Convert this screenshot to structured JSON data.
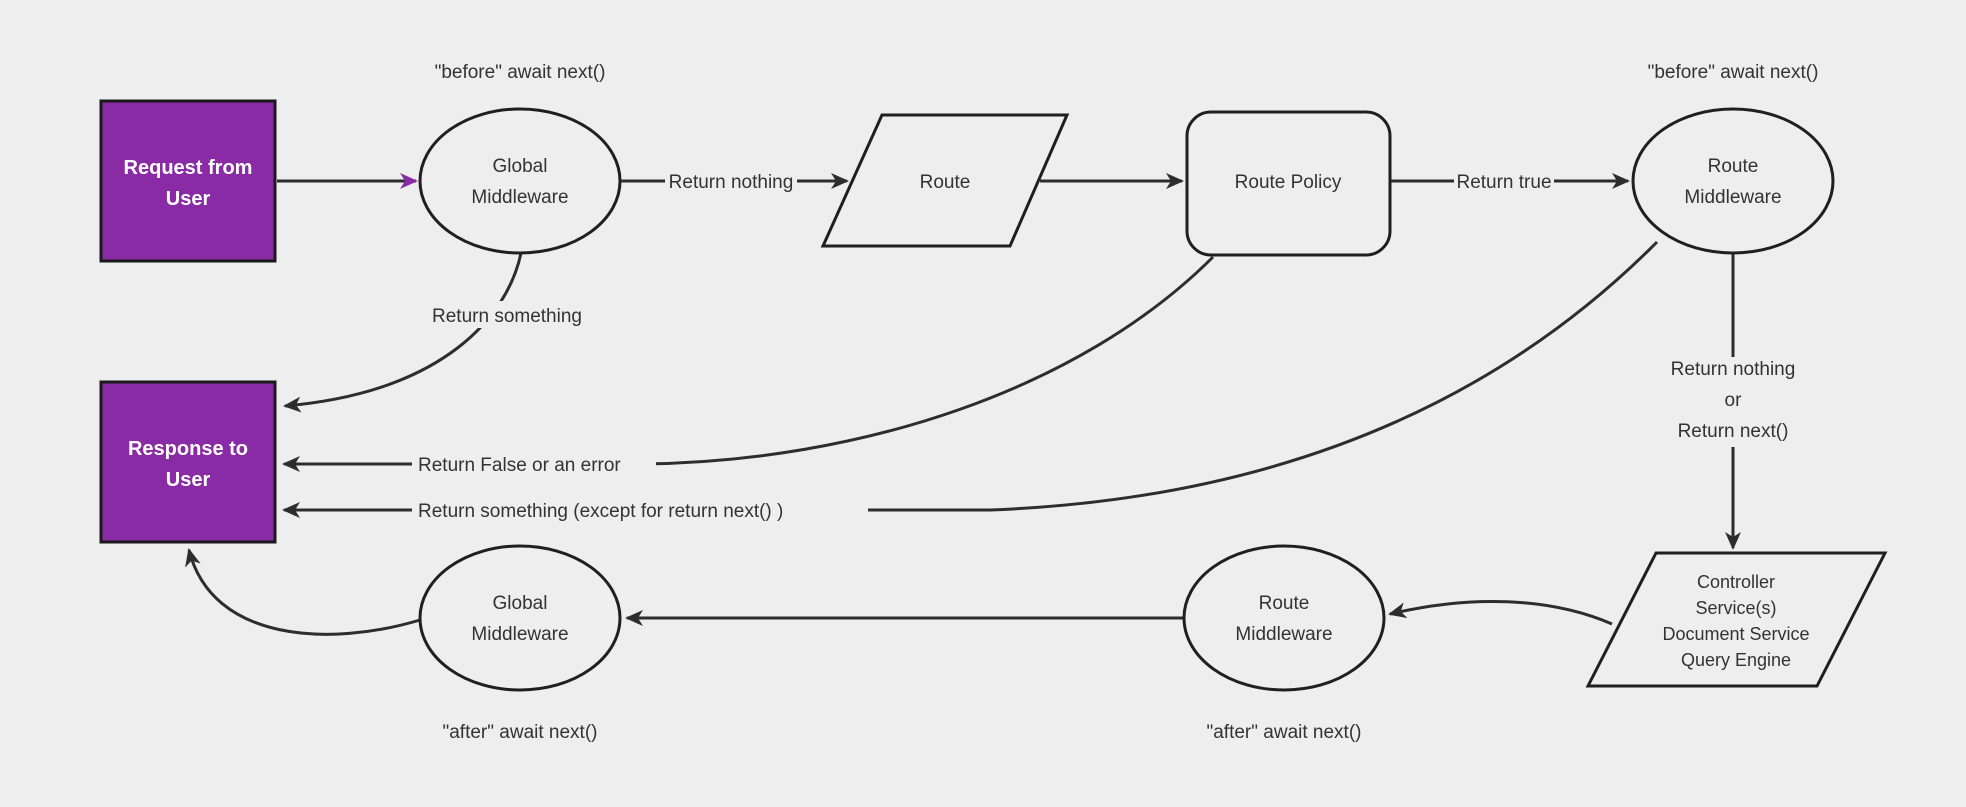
{
  "diagram": {
    "kind": "flowchart",
    "nodes": {
      "request_from_user": {
        "line1": "Request from",
        "line2": "User"
      },
      "global_middleware_top": {
        "line1": "Global",
        "line2": "Middleware"
      },
      "route": {
        "label": "Route"
      },
      "route_policy": {
        "label": "Route Policy"
      },
      "route_middleware_top": {
        "line1": "Route",
        "line2": "Middleware"
      },
      "response_to_user": {
        "line1": "Response to",
        "line2": "User"
      },
      "controller": {
        "line1": "Controller",
        "line2": "Service(s)",
        "line3": "Document Service",
        "line4": "Query Engine"
      },
      "route_middleware_bottom": {
        "line1": "Route",
        "line2": "Middleware"
      },
      "global_middleware_bottom": {
        "line1": "Global",
        "line2": "Middleware"
      }
    },
    "edge_labels": {
      "before_await_next_left": "\"before\" await next()",
      "before_await_next_right": "\"before\" await next()",
      "return_nothing": "Return nothing",
      "return_true": "Return true",
      "return_something": "Return something",
      "return_false_or_error": "Return False or an error",
      "return_something_except": "Return something (except for return next() )",
      "return_nothing_or_line1": "Return nothing",
      "return_nothing_or_line2": "or",
      "return_nothing_or_line3": "Return next()",
      "after_await_next_bottom_left": "\"after\" await next()",
      "after_await_next_bottom_mid": "\"after\" await next()"
    },
    "colors": {
      "accent_purple": "#8A2BA6",
      "box_border": "#1a1a1a",
      "shape_stroke": "#1f1f1f",
      "edge_stroke": "#2e2d2d",
      "background": "#efeeee",
      "text": "#333333",
      "box_text": "#ffffff"
    }
  }
}
